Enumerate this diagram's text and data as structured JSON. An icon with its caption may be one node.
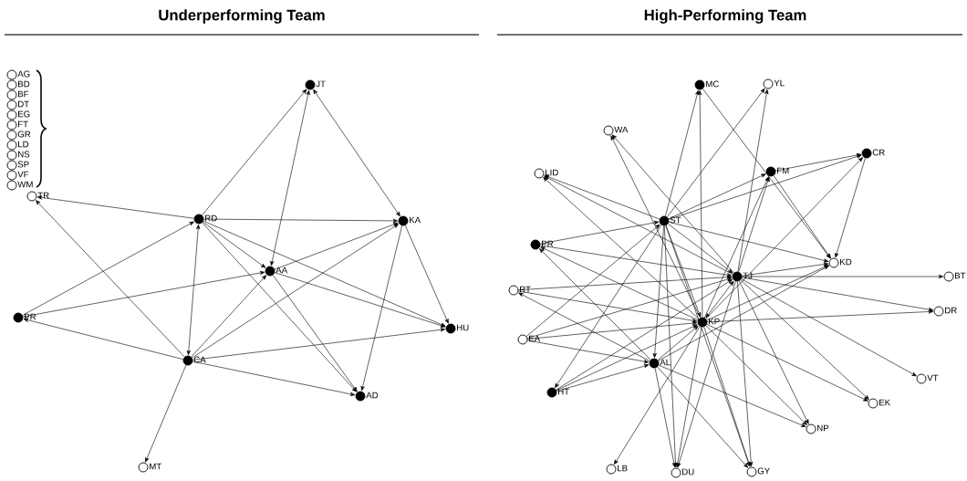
{
  "diagram": {
    "nodes": [
      {
        "text": [],
        "shape": "circle",
        "beside": [
          "AG"
        ]
      },
      {
        "text": [],
        "shape": "circle",
        "beside": [
          "BD"
        ]
      },
      {
        "text": [],
        "shape": "circle",
        "beside": [
          "BF"
        ]
      },
      {
        "text": [],
        "shape": "circle",
        "beside": [
          "DT"
        ]
      },
      {
        "text": [],
        "shape": "circle",
        "beside": [
          "EG"
        ]
      },
      {
        "text": [],
        "shape": "circle",
        "beside": [
          "FT"
        ]
      },
      {
        "text": [],
        "shape": "circle",
        "beside": [
          "GR"
        ]
      },
      {
        "text": [],
        "shape": "circle",
        "beside": [
          "LD"
        ]
      },
      {
        "text": [],
        "shape": "circle",
        "beside": [
          "NS"
        ]
      },
      {
        "text": [],
        "shape": "circle",
        "beside": [
          "SP"
        ]
      },
      {
        "text": [],
        "shape": "circle",
        "beside": [
          "VF"
        ]
      },
      {
        "text": [],
        "shape": "circle",
        "beside": [
          "WM"
        ]
      },
      {
        "text": [],
        "shape": "dot",
        "beside": [
          "JT"
        ]
      },
      {
        "text": [],
        "shape": "circle",
        "beside": [
          "TR"
        ]
      },
      {
        "text": [],
        "shape": "dot",
        "beside": [
          "RD"
        ]
      },
      {
        "text": [],
        "shape": "dot",
        "beside": [
          "KA"
        ]
      },
      {
        "text": [],
        "shape": "dot",
        "beside": [
          "AA"
        ]
      },
      {
        "text": [],
        "shape": "dot",
        "beside": [
          "PR"
        ]
      },
      {
        "text": [],
        "shape": "dot",
        "beside": [
          "HU"
        ]
      },
      {
        "text": [],
        "shape": "dot",
        "beside": [
          "CA"
        ]
      },
      {
        "text": [],
        "shape": "dot",
        "beside": [
          "AD"
        ]
      },
      {
        "text": [],
        "shape": "circle",
        "beside": [
          "MT"
        ]
      },
      {
        "text": [],
        "shape": "dot",
        "beside": [
          "MC"
        ]
      },
      {
        "text": [],
        "shape": "circle",
        "beside": [
          "YL"
        ]
      },
      {
        "text": [],
        "shape": "circle",
        "beside": [
          "WA"
        ]
      },
      {
        "text": [],
        "shape": "dot",
        "beside": [
          "CR"
        ]
      },
      {
        "text": [],
        "shape": "circle",
        "beside": [
          "LID"
        ]
      },
      {
        "text": [],
        "shape": "dot",
        "beside": [
          "FM"
        ]
      },
      {
        "text": [],
        "shape": "dot",
        "beside": [
          "ST"
        ]
      },
      {
        "text": [],
        "shape": "dot",
        "beside": [
          "PR"
        ]
      },
      {
        "text": [],
        "shape": "circle",
        "beside": [
          "KD"
        ]
      },
      {
        "text": [],
        "shape": "dot",
        "beside": [
          "TJ"
        ]
      },
      {
        "text": [],
        "shape": "circle",
        "beside": [
          "BT"
        ]
      },
      {
        "text": [],
        "shape": "circle",
        "beside": [
          "RT"
        ]
      },
      {
        "text": [],
        "shape": "circle",
        "beside": [
          "DR"
        ]
      },
      {
        "text": [],
        "shape": "dot",
        "beside": [
          "KP"
        ]
      },
      {
        "text": [],
        "shape": "circle",
        "beside": [
          "EA"
        ]
      },
      {
        "text": [],
        "shape": "dot",
        "beside": [
          "AL"
        ]
      },
      {
        "text": [],
        "shape": "dot",
        "beside": [
          "HT"
        ]
      },
      {
        "text": [],
        "shape": "circle",
        "beside": [
          "VT"
        ]
      },
      {
        "text": [],
        "shape": "circle",
        "beside": [
          "EK"
        ]
      },
      {
        "text": [],
        "shape": "circle",
        "beside": [
          "NP"
        ]
      },
      {
        "text": [],
        "shape": "circle",
        "beside": [
          "LB"
        ]
      },
      {
        "text": [],
        "shape": "circle",
        "beside": [
          "DU"
        ]
      },
      {
        "text": [],
        "shape": "circle",
        "beside": [
          "GY"
        ]
      }
    ],
    "edges": [
      {
        "from": 14,
        "to": 13,
        "arrow": "to"
      },
      {
        "from": 19,
        "to": 13,
        "arrow": "to"
      },
      {
        "from": 14,
        "to": 12,
        "arrow": "to"
      },
      {
        "from": 12,
        "to": 16,
        "arrow": "both"
      },
      {
        "from": 12,
        "to": 15,
        "arrow": "both"
      },
      {
        "from": 14,
        "to": 15,
        "arrow": "to"
      },
      {
        "from": 14,
        "to": 19,
        "arrow": "both"
      },
      {
        "from": 17,
        "to": 14,
        "arrow": "to"
      },
      {
        "from": 17,
        "to": 16,
        "arrow": "to"
      },
      {
        "from": 19,
        "to": 17,
        "arrow": "to"
      },
      {
        "from": 19,
        "to": 16,
        "arrow": "to"
      },
      {
        "from": 19,
        "to": 15,
        "arrow": "to"
      },
      {
        "from": 19,
        "to": 18,
        "arrow": "to"
      },
      {
        "from": 19,
        "to": 20,
        "arrow": "to"
      },
      {
        "from": 19,
        "to": 21,
        "arrow": "to"
      },
      {
        "from": 14,
        "to": 16,
        "arrow": "to"
      },
      {
        "from": 14,
        "to": 18,
        "arrow": "to"
      },
      {
        "from": 14,
        "to": 20,
        "arrow": "to"
      },
      {
        "from": 16,
        "to": 20,
        "arrow": "to"
      },
      {
        "from": 16,
        "to": 15,
        "arrow": "to"
      },
      {
        "from": 16,
        "to": 18,
        "arrow": "to"
      },
      {
        "from": 15,
        "to": 20,
        "arrow": "to"
      },
      {
        "from": 15,
        "to": 18,
        "arrow": "to"
      },
      {
        "from": 28,
        "to": 22,
        "arrow": "to"
      },
      {
        "from": 35,
        "to": 22,
        "arrow": "to"
      },
      {
        "from": 22,
        "to": 30,
        "arrow": "to"
      },
      {
        "from": 28,
        "to": 23,
        "arrow": "to"
      },
      {
        "from": 31,
        "to": 23,
        "arrow": "to"
      },
      {
        "from": 35,
        "to": 24,
        "arrow": "to"
      },
      {
        "from": 31,
        "to": 24,
        "arrow": "to"
      },
      {
        "from": 28,
        "to": 26,
        "arrow": "to"
      },
      {
        "from": 31,
        "to": 26,
        "arrow": "to"
      },
      {
        "from": 35,
        "to": 26,
        "arrow": "to"
      },
      {
        "from": 28,
        "to": 27,
        "arrow": "to"
      },
      {
        "from": 35,
        "to": 27,
        "arrow": "to"
      },
      {
        "from": 31,
        "to": 27,
        "arrow": "to"
      },
      {
        "from": 27,
        "to": 25,
        "arrow": "to"
      },
      {
        "from": 28,
        "to": 25,
        "arrow": "to"
      },
      {
        "from": 35,
        "to": 25,
        "arrow": "to"
      },
      {
        "from": 25,
        "to": 30,
        "arrow": "to"
      },
      {
        "from": 27,
        "to": 30,
        "arrow": "to"
      },
      {
        "from": 29,
        "to": 31,
        "arrow": "to"
      },
      {
        "from": 35,
        "to": 29,
        "arrow": "to"
      },
      {
        "from": 37,
        "to": 29,
        "arrow": "to"
      },
      {
        "from": 29,
        "to": 28,
        "arrow": "to"
      },
      {
        "from": 28,
        "to": 30,
        "arrow": "to"
      },
      {
        "from": 31,
        "to": 30,
        "arrow": "to"
      },
      {
        "from": 35,
        "to": 30,
        "arrow": "to"
      },
      {
        "from": 37,
        "to": 30,
        "arrow": "to"
      },
      {
        "from": 31,
        "to": 32,
        "arrow": "to"
      },
      {
        "from": 31,
        "to": 34,
        "arrow": "to"
      },
      {
        "from": 35,
        "to": 34,
        "arrow": "to"
      },
      {
        "from": 31,
        "to": 39,
        "arrow": "to"
      },
      {
        "from": 31,
        "to": 40,
        "arrow": "to"
      },
      {
        "from": 35,
        "to": 40,
        "arrow": "to"
      },
      {
        "from": 31,
        "to": 41,
        "arrow": "to"
      },
      {
        "from": 35,
        "to": 41,
        "arrow": "to"
      },
      {
        "from": 37,
        "to": 41,
        "arrow": "to"
      },
      {
        "from": 33,
        "to": 31,
        "arrow": "to"
      },
      {
        "from": 33,
        "to": 35,
        "arrow": "to"
      },
      {
        "from": 37,
        "to": 33,
        "arrow": "to"
      },
      {
        "from": 36,
        "to": 28,
        "arrow": "to"
      },
      {
        "from": 36,
        "to": 31,
        "arrow": "to"
      },
      {
        "from": 36,
        "to": 35,
        "arrow": "to"
      },
      {
        "from": 36,
        "to": 37,
        "arrow": "to"
      },
      {
        "from": 28,
        "to": 38,
        "arrow": "to"
      },
      {
        "from": 38,
        "to": 31,
        "arrow": "to"
      },
      {
        "from": 38,
        "to": 35,
        "arrow": "to"
      },
      {
        "from": 38,
        "to": 37,
        "arrow": "to"
      },
      {
        "from": 28,
        "to": 37,
        "arrow": "to"
      },
      {
        "from": 28,
        "to": 43,
        "arrow": "to"
      },
      {
        "from": 28,
        "to": 44,
        "arrow": "to"
      },
      {
        "from": 37,
        "to": 35,
        "arrow": "to"
      },
      {
        "from": 35,
        "to": 43,
        "arrow": "to"
      },
      {
        "from": 31,
        "to": 43,
        "arrow": "to"
      },
      {
        "from": 37,
        "to": 43,
        "arrow": "to"
      },
      {
        "from": 37,
        "to": 44,
        "arrow": "to"
      },
      {
        "from": 35,
        "to": 44,
        "arrow": "to"
      },
      {
        "from": 31,
        "to": 44,
        "arrow": "to"
      },
      {
        "from": 35,
        "to": 42,
        "arrow": "to"
      },
      {
        "from": 31,
        "to": 35,
        "arrow": "both"
      },
      {
        "from": 28,
        "to": 31,
        "arrow": "to"
      },
      {
        "from": 28,
        "to": 35,
        "arrow": "to"
      }
    ],
    "labels": [
      "Underperforming Team",
      "High-Performing Team"
    ]
  }
}
